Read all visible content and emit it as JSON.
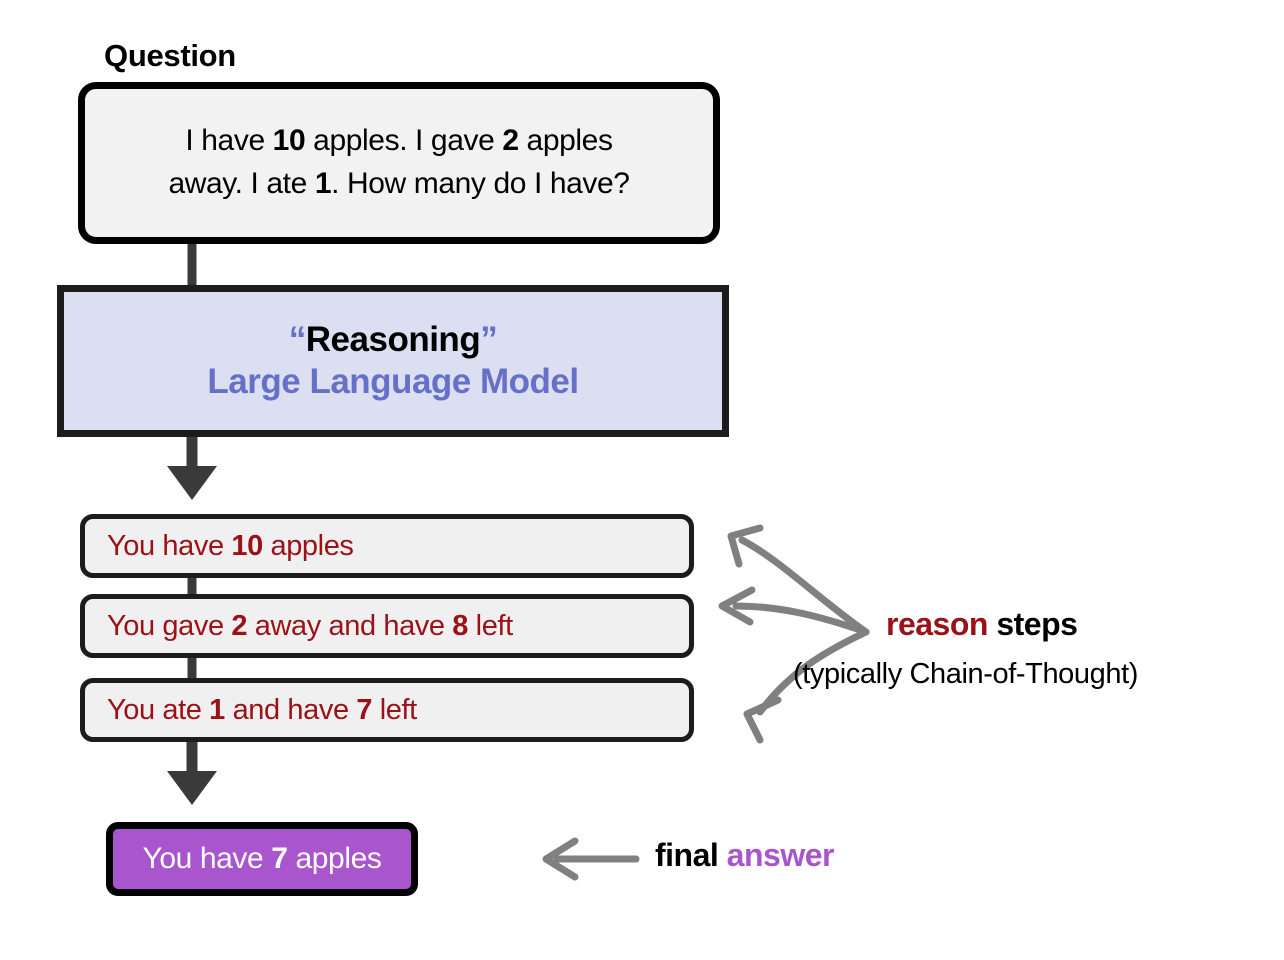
{
  "diagram": {
    "title_label": "Question",
    "colors": {
      "box_border": "#000000",
      "box_fill": "#F2F2F2",
      "llm_fill": "#DCDFF1",
      "llm_accent": "#6670C8",
      "reason_text": "#9C1117",
      "answer_fill": "#A855CE",
      "answer_text": "#FFFFFF",
      "arrow_dark": "#3A3A3A",
      "arrow_gray": "#808080"
    }
  },
  "question": {
    "label": "Question",
    "line1_a": "I have ",
    "line1_n1": "10",
    "line1_b": " apples. I gave ",
    "line1_n2": "2",
    "line1_c": " apples",
    "line2_a": "away. I ate ",
    "line2_n1": "1",
    "line2_b": ". How many do I have?"
  },
  "model": {
    "quote_open": "“",
    "title": "Reasoning",
    "quote_close": "”",
    "subtitle": "Large Language Model"
  },
  "steps": [
    {
      "id": "step-1",
      "pre": "You have ",
      "num": "10",
      "post": " apples",
      "post2": "",
      "num2": "",
      "post3": ""
    },
    {
      "id": "step-2",
      "pre": "You gave ",
      "num": "2",
      "post": " away and have ",
      "num2": "8",
      "post3": " left"
    },
    {
      "id": "step-3",
      "pre": "You ate ",
      "num": "1",
      "post": " and have ",
      "num2": "7",
      "post3": " left"
    }
  ],
  "answer": {
    "pre": "You have ",
    "num": "7",
    "post": " apples"
  },
  "annotations": {
    "reason_word": "reason",
    "steps_word": " steps",
    "cot_note": "(typically Chain-of-Thought)",
    "final_word": "final",
    "answer_word": " answer"
  }
}
